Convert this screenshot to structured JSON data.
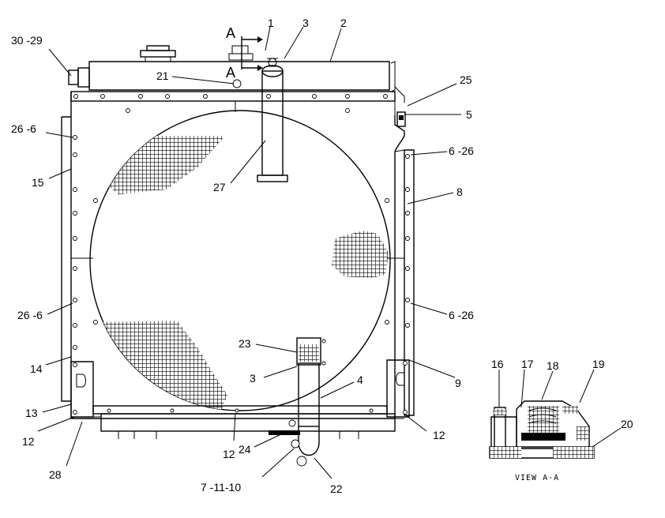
{
  "diagram": {
    "callouts": [
      {
        "id": "c-30-29",
        "text": "30 -29"
      },
      {
        "id": "c-A-top",
        "text": "A"
      },
      {
        "id": "c-A-bot",
        "text": "A"
      },
      {
        "id": "c-1",
        "text": "1"
      },
      {
        "id": "c-3-top",
        "text": "3"
      },
      {
        "id": "c-2",
        "text": "2"
      },
      {
        "id": "c-21",
        "text": "21"
      },
      {
        "id": "c-25",
        "text": "25"
      },
      {
        "id": "c-5",
        "text": "5"
      },
      {
        "id": "c-26-6-top",
        "text": "26 -6"
      },
      {
        "id": "c-6-26-top",
        "text": "6 -26"
      },
      {
        "id": "c-15",
        "text": "15"
      },
      {
        "id": "c-27",
        "text": "27"
      },
      {
        "id": "c-8",
        "text": "8"
      },
      {
        "id": "c-26-6-bot",
        "text": "26 -6"
      },
      {
        "id": "c-6-26-bot",
        "text": "6 -26"
      },
      {
        "id": "c-23",
        "text": "23"
      },
      {
        "id": "c-3-bot",
        "text": "3"
      },
      {
        "id": "c-14",
        "text": "14"
      },
      {
        "id": "c-9",
        "text": "9"
      },
      {
        "id": "c-4",
        "text": "4"
      },
      {
        "id": "c-13",
        "text": "13"
      },
      {
        "id": "c-12-left",
        "text": "12"
      },
      {
        "id": "c-12-right",
        "text": "12"
      },
      {
        "id": "c-12-mid",
        "text": "12"
      },
      {
        "id": "c-24",
        "text": "24"
      },
      {
        "id": "c-28",
        "text": "28"
      },
      {
        "id": "c-7-11-10",
        "text": "7 -11-10"
      },
      {
        "id": "c-22",
        "text": "22"
      },
      {
        "id": "c-16",
        "text": "16"
      },
      {
        "id": "c-17",
        "text": "17"
      },
      {
        "id": "c-18",
        "text": "18"
      },
      {
        "id": "c-19",
        "text": "19"
      },
      {
        "id": "c-20",
        "text": "20"
      }
    ],
    "view_label": "VIEW A-A"
  }
}
